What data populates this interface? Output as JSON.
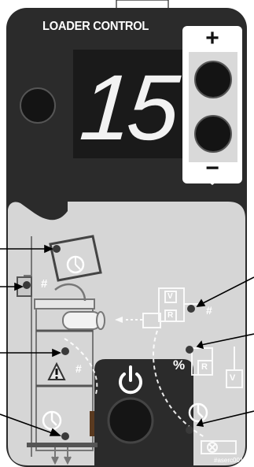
{
  "panel": {
    "title": "LOADER CONTROL",
    "display_value": "15",
    "plus_symbol": "+",
    "minus_symbol": "−",
    "power_icon": "power-icon",
    "model_code": "#aserc001"
  },
  "diagram": {
    "hash_symbol": "#",
    "percent_symbol": "%",
    "vacuum_letter": "V",
    "ratio_letter": "R",
    "warning_symbol": "!"
  },
  "colors": {
    "panel_dark": "#2b2b2b",
    "panel_light": "#d6d6d6",
    "display_bg": "#1a1a1a",
    "button_bg": "#111111",
    "led": "#3a3a3a",
    "indicator_arrow": "#000000"
  }
}
